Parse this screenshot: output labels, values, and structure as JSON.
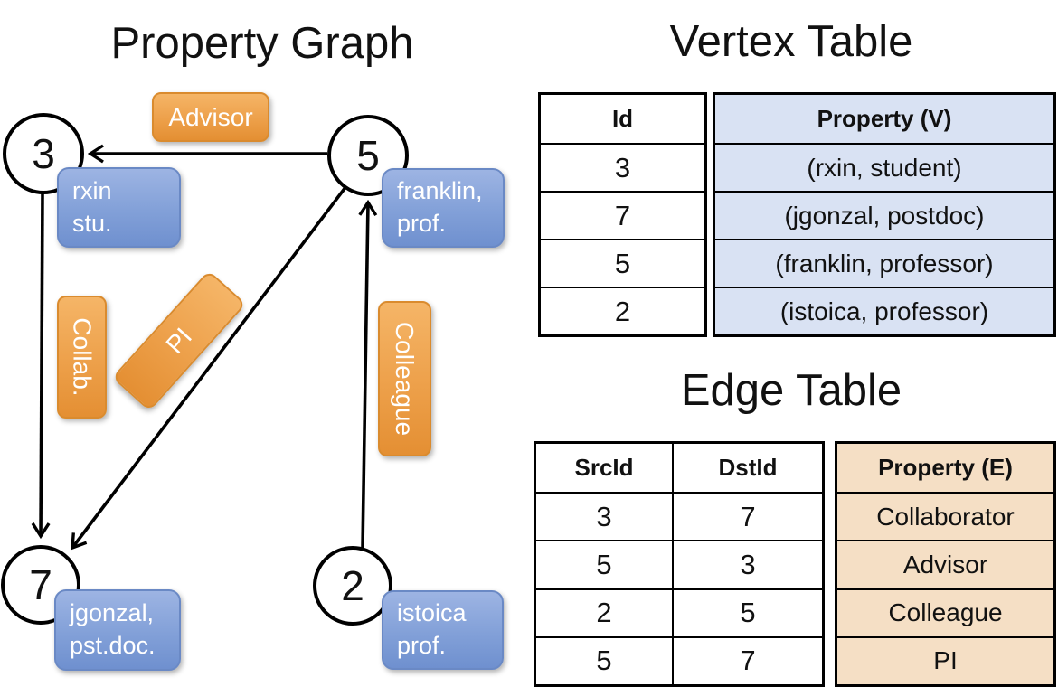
{
  "titles": {
    "graph": "Property Graph",
    "vertex": "Vertex Table",
    "edge": "Edge Table"
  },
  "graph": {
    "nodes": [
      {
        "id": "3"
      },
      {
        "id": "5"
      },
      {
        "id": "7"
      },
      {
        "id": "2"
      }
    ],
    "vertex_labels": [
      {
        "lines": [
          "rxin",
          "stu."
        ]
      },
      {
        "lines": [
          "franklin,",
          "prof."
        ]
      },
      {
        "lines": [
          "jgonzal,",
          "pst.doc."
        ]
      },
      {
        "lines": [
          "istoica",
          "prof."
        ]
      }
    ],
    "edge_labels": [
      {
        "label": "Advisor"
      },
      {
        "label": "Collab."
      },
      {
        "label": "PI"
      },
      {
        "label": "Colleague"
      }
    ],
    "edges": [
      {
        "src": "5",
        "dst": "3",
        "label": "Advisor"
      },
      {
        "src": "3",
        "dst": "7",
        "label": "Collab."
      },
      {
        "src": "5",
        "dst": "7",
        "label": "PI"
      },
      {
        "src": "2",
        "dst": "5",
        "label": "Colleague"
      }
    ]
  },
  "vertex_table": {
    "id_header": "Id",
    "property_header": "Property (V)",
    "rows": [
      {
        "id": "3",
        "property": "(rxin, student)"
      },
      {
        "id": "7",
        "property": "(jgonzal, postdoc)"
      },
      {
        "id": "5",
        "property": "(franklin, professor)"
      },
      {
        "id": "2",
        "property": "(istoica, professor)"
      }
    ]
  },
  "edge_table": {
    "src_header": "SrcId",
    "dst_header": "DstId",
    "property_header": "Property (E)",
    "rows": [
      {
        "src": "3",
        "dst": "7",
        "property": "Collaborator"
      },
      {
        "src": "5",
        "dst": "3",
        "property": "Advisor"
      },
      {
        "src": "2",
        "dst": "5",
        "property": "Colleague"
      },
      {
        "src": "5",
        "dst": "7",
        "property": "PI"
      }
    ]
  },
  "colors": {
    "edge_pill_orange": "#eda04a",
    "vertex_pill_blue": "#82a0d8",
    "vertex_cell_bg": "#d9e2f3",
    "edge_cell_bg": "#f5dfc5",
    "line_black": "#000000"
  }
}
